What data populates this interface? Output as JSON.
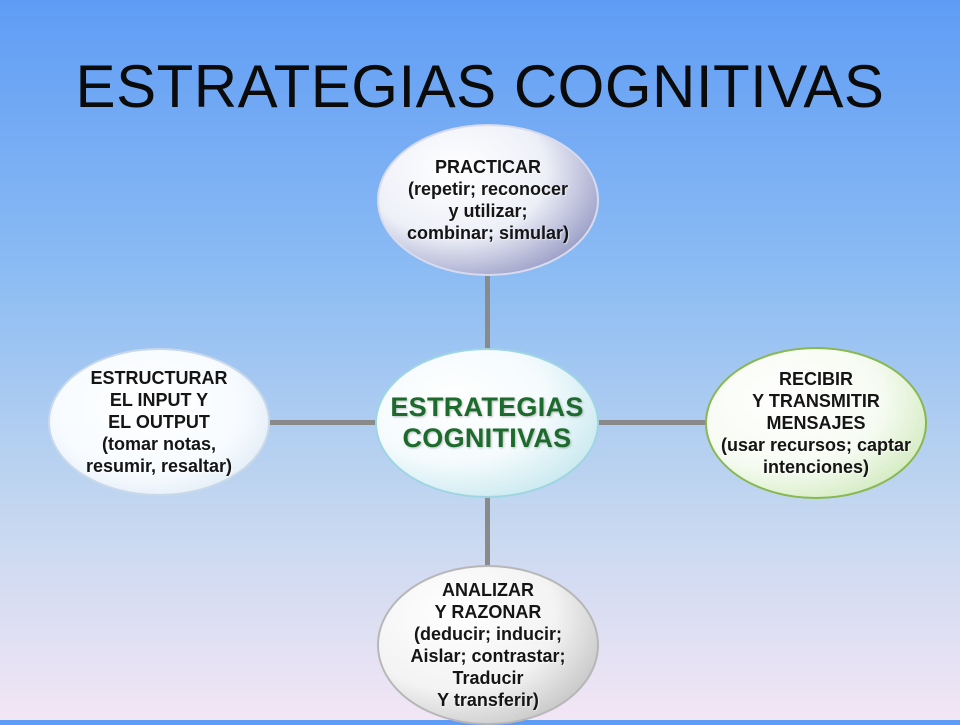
{
  "title": "ESTRATEGIAS COGNITIVAS",
  "center": {
    "lines": [
      "ESTRATEGIAS",
      "COGNITIVAS"
    ]
  },
  "nodes": {
    "top": {
      "lines": [
        "PRACTICAR",
        "(repetir; reconocer",
        "y utilizar;",
        "combinar; simular)"
      ]
    },
    "right": {
      "lines": [
        "RECIBIR",
        "Y TRANSMITIR",
        "MENSAJES",
        "(usar recursos; captar",
        "intenciones)"
      ]
    },
    "left": {
      "lines": [
        "ESTRUCTURAR",
        "EL INPUT Y",
        "EL OUTPUT",
        "(tomar notas,",
        "resumir, resaltar)"
      ]
    },
    "bottom": {
      "lines": [
        "ANALIZAR",
        "Y RAZONAR",
        "(deducir; inducir;",
        "Aislar; contrastar;",
        "Traducir",
        "Y transferir)"
      ]
    }
  },
  "colors": {
    "center_text": "#1d6b2c",
    "connector": "#8a8a8a",
    "top_accent": "#343f95",
    "right_accent": "#6fa93a"
  }
}
